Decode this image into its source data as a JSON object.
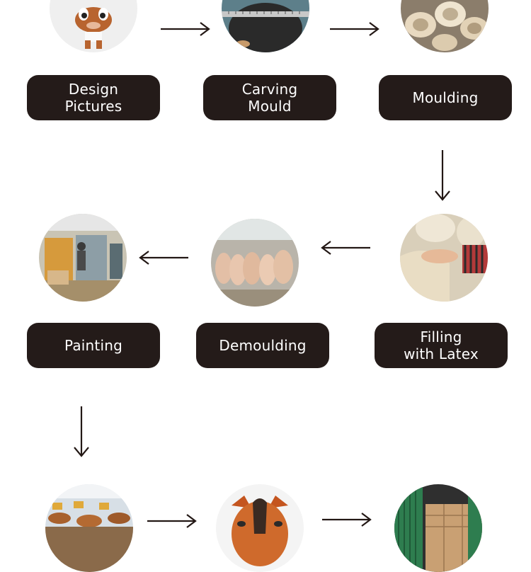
{
  "steps": [
    {
      "id": "design-pictures",
      "label_lines": [
        "Design",
        "Pictures"
      ]
    },
    {
      "id": "carving-mould",
      "label_lines": [
        "Carving",
        "Mould"
      ]
    },
    {
      "id": "moulding",
      "label_lines": [
        "Moulding"
      ]
    },
    {
      "id": "filling-with-latex",
      "label_lines": [
        "Filling",
        "with Latex"
      ]
    },
    {
      "id": "demoulding",
      "label_lines": [
        "Demoulding"
      ]
    },
    {
      "id": "painting",
      "label_lines": [
        "Painting"
      ]
    }
  ],
  "photo_subjects": [
    "cartoon-horse-figure-photo",
    "black-mould-with-ruler-photo",
    "plaster-moulds-photo",
    "latex-filling-photo",
    "horse-head-masks-photo",
    "paint-booth-photo",
    "sewing-workshop-photo",
    "finished-horse-mask-photo",
    "shipping-container-photo"
  ],
  "colors": {
    "label_bg": "#241b19",
    "label_text": "#ffffff",
    "arrow": "#231815"
  }
}
